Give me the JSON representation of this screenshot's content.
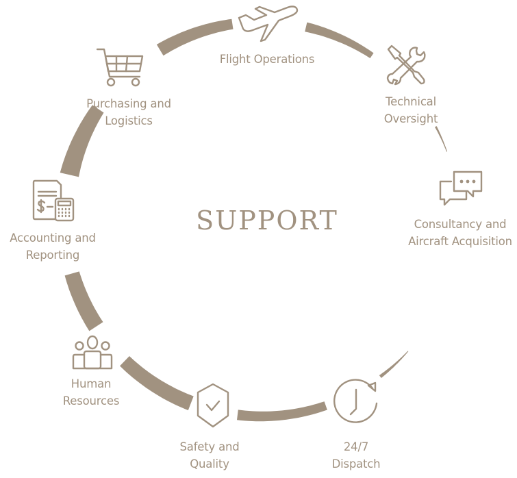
{
  "title": "SUPPORT",
  "accent_color": "#a19280",
  "nodes": [
    {
      "id": "flight-operations",
      "label": "Flight Operations",
      "icon": "airplane-icon"
    },
    {
      "id": "technical-oversight",
      "label_lines": [
        "Technical",
        "Oversight"
      ],
      "icon": "wrench-screwdriver-icon"
    },
    {
      "id": "consultancy",
      "label_lines": [
        "Consultancy and",
        "Aircraft Acquisition"
      ],
      "icon": "chat-bubbles-icon"
    },
    {
      "id": "dispatch",
      "label_lines": [
        "24/7",
        "Dispatch"
      ],
      "icon": "clock-icon"
    },
    {
      "id": "safety",
      "label_lines": [
        "Safety and",
        "Quality"
      ],
      "icon": "shield-check-icon"
    },
    {
      "id": "human-resources",
      "label_lines": [
        "Human",
        "Resources"
      ],
      "icon": "people-icon"
    },
    {
      "id": "accounting",
      "label_lines": [
        "Accounting and",
        "Reporting"
      ],
      "icon": "accounting-calculator-icon"
    },
    {
      "id": "purchasing",
      "label_lines": [
        "Purchasing and",
        "Logistics"
      ],
      "icon": "shopping-cart-icon"
    }
  ]
}
